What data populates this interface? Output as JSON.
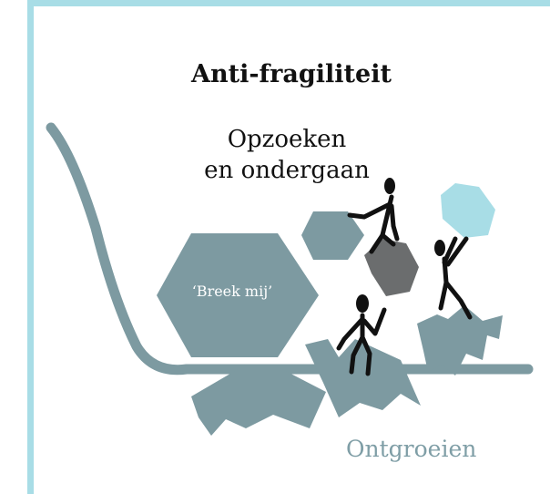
{
  "diagram": {
    "title": "Anti-fragiliteit",
    "seek_line1": "Opzoeken",
    "seek_line2": "en ondergaan",
    "hexagon_label": "‘Breek mij’",
    "outgrow_label": "Ontgroeien"
  },
  "colors": {
    "frame": "#a8dde6",
    "slate": "#7d9aa1",
    "dark_hex": "#6b6d6e",
    "light_hex": "#a8dde6",
    "figure": "#111111"
  }
}
